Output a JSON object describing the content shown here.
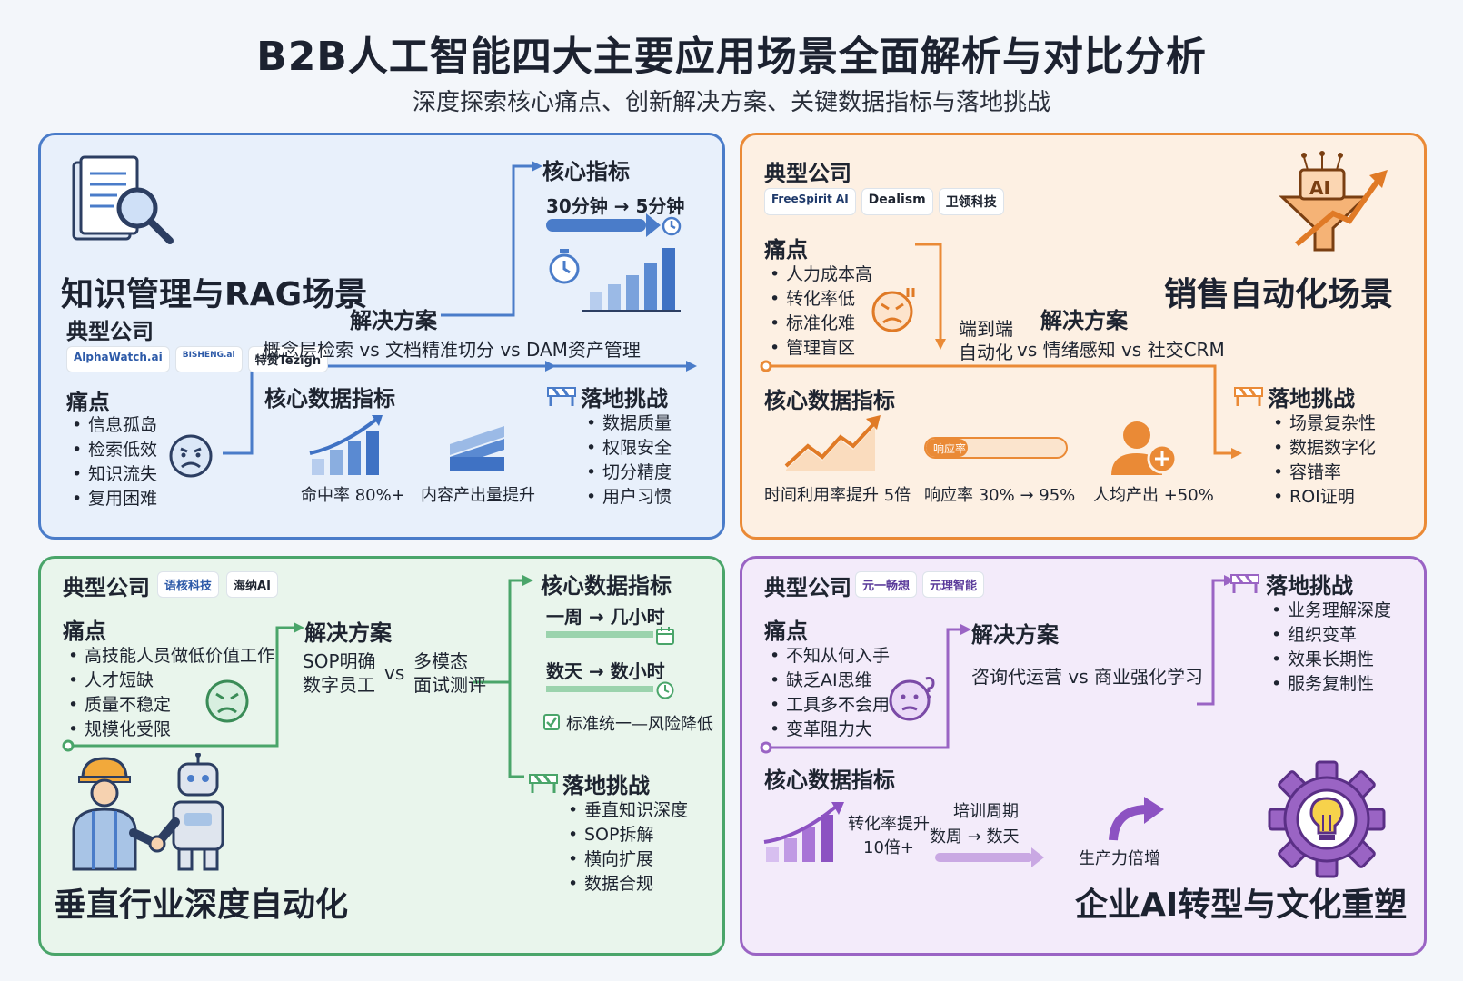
{
  "header": {
    "title": "B2B人工智能四大主要应用场景全面解析与对比分析",
    "subtitle": "深度探索核心痛点、创新解决方案、关键数据指标与落地挑战"
  },
  "colors": {
    "blue": "#4a7cc9",
    "orange": "#ea8a36",
    "green": "#4aa56a",
    "purple": "#9a64c4"
  },
  "p1": {
    "title": "知识管理与RAG场景",
    "companies_label": "典型公司",
    "companies": [
      "AlphaWatch.ai",
      "BISHENG.ai",
      "特赞Tezign"
    ],
    "pain_label": "痛点",
    "pains": [
      "信息孤岛",
      "检索低效",
      "知识流失",
      "复用困难"
    ],
    "solution_label": "解决方案",
    "solution": "概念层检索  vs  文档精准切分  vs  DAM资产管理",
    "core_label": "核心指标",
    "core_value": "30分钟 → 5分钟",
    "metrics_label": "核心数据指标",
    "metrics": [
      "命中率 80%+",
      "内容产出量提升"
    ],
    "challenge_label": "落地挑战",
    "challenges": [
      "数据质量",
      "权限安全",
      "切分精度",
      "用户习惯"
    ],
    "icons": [
      "document-search-icon",
      "sad-face-icon",
      "bar-chart-icon",
      "stopwatch-icon",
      "clock-icon"
    ]
  },
  "p2": {
    "title": "销售自动化场景",
    "companies_label": "典型公司",
    "companies": [
      "FreeSpirit AI",
      "Dealism",
      "卫领科技"
    ],
    "pain_label": "痛点",
    "pains": [
      "人力成本高",
      "转化率低",
      "标准化难",
      "管理盲区"
    ],
    "solution_label": "解决方案",
    "solution_lead": "端到端\n自动化",
    "solution": "vs 情绪感知 vs 社交CRM",
    "metrics_label": "核心数据指标",
    "response_bar_label": "响应率",
    "response_fill": 0.3,
    "metrics": [
      "时间利用率提升 5倍",
      "响应率 30% → 95%",
      "人均产出 +50%"
    ],
    "challenge_label": "落地挑战",
    "challenges": [
      "场景复杂性",
      "数据数字化",
      "容错率",
      "ROI证明"
    ],
    "ai_badge": "AI",
    "icons": [
      "ai-funnel-icon",
      "angry-face-icon",
      "growth-line-icon",
      "person-add-icon"
    ]
  },
  "p3": {
    "title": "垂直行业深度自动化",
    "companies_label": "典型公司",
    "companies": [
      "语核科技",
      "海纳AI"
    ],
    "pain_label": "痛点",
    "pains": [
      "高技能人员做低价值工作",
      "人才短缺",
      "质量不稳定",
      "规模化受限"
    ],
    "solution_label": "解决方案",
    "solution_a": "SOP明确\n数字员工",
    "solution_vs": "vs",
    "solution_b": "多模态\n面试测评",
    "core_label": "核心数据指标",
    "core_items": [
      "一周 → 几小时",
      "数天 → 数小时",
      "标准统一—风险降低"
    ],
    "challenge_label": "落地挑战",
    "challenges": [
      "垂直知识深度",
      "SOP拆解",
      "横向扩展",
      "数据合规"
    ],
    "icons": [
      "worker-robot-handshake-icon",
      "frown-face-icon",
      "calendar-icon",
      "clock-icon",
      "checkbox-icon"
    ]
  },
  "p4": {
    "title": "企业AI转型与文化重塑",
    "companies_label": "典型公司",
    "companies": [
      "元一畅想",
      "元理智能"
    ],
    "pain_label": "痛点",
    "pains": [
      "不知从何入手",
      "缺乏AI思维",
      "工具多不会用",
      "变革阻力大"
    ],
    "solution_label": "解决方案",
    "solution": "咨询代运营  vs  商业强化学习",
    "metrics_label": "核心数据指标",
    "metric_conv": "转化率提升\n10倍+",
    "metric_train_label": "培训周期",
    "metric_train": "数周 → 数天",
    "metric_prod": "生产力倍增",
    "challenge_label": "落地挑战",
    "challenges": [
      "业务理解深度",
      "组织变革",
      "效果长期性",
      "服务复制性"
    ],
    "icons": [
      "thinking-face-icon",
      "gear-lightbulb-icon",
      "bar-chart-icon",
      "curved-arrow-icon"
    ]
  }
}
